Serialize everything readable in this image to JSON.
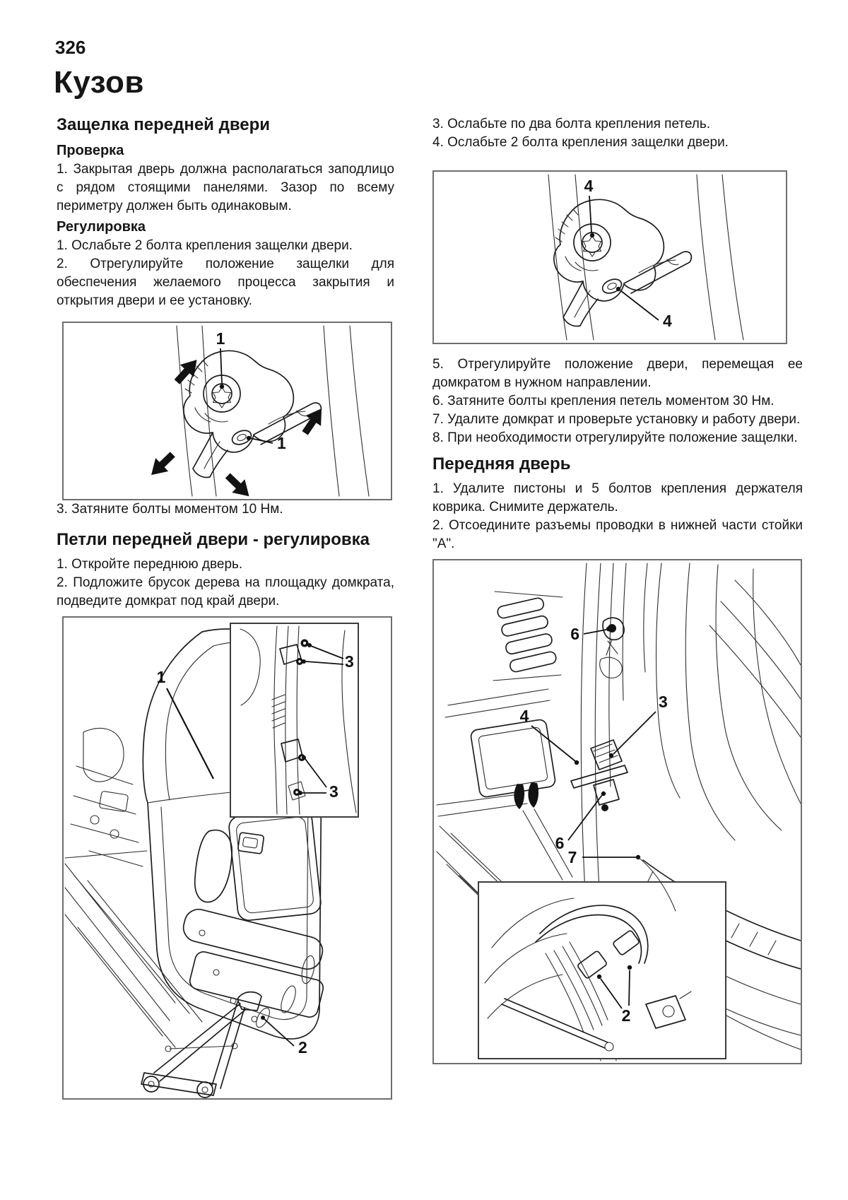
{
  "page": {
    "number": "326",
    "title": "Кузов"
  },
  "left": {
    "s1": {
      "heading": "Защелка передней двери",
      "sub1": "Проверка",
      "p1": "1. Закрытая дверь должна располагаться заподлицо с рядом стоящими панелями. Зазор по всему периметру должен быть одинаковым.",
      "sub2": "Регулировка",
      "steps": [
        "1. Ослабьте 2 болта крепления защелки двери.",
        "2. Отрегулируйте положение защелки для обеспечения желаемого процесса закрытия и открытия двери и ее установку."
      ],
      "after_fig": "3. Затяните болты моментом 10 Нм."
    },
    "s2": {
      "heading": "Петли передней двери - регулировка",
      "steps": [
        "1. Откройте переднюю дверь.",
        "2. Подложите брусок дерева на площадку домкрата, подведите домкрат под край двери."
      ]
    }
  },
  "right": {
    "steps_top": [
      "3. Ослабьте по два болта крепления петель.",
      "4. Ослабьте 2 болта крепления защелки двери."
    ],
    "steps_mid": [
      "5. Отрегулируйте положение двери, перемещая ее домкратом в нужном направлении.",
      "6. Затяните болты крепления петель моментом 30 Нм.",
      "7. Удалите домкрат и проверьте установку и работу двери.",
      "8. При необходимости отрегулируйте положение защелки."
    ],
    "s3": {
      "heading": "Передняя дверь",
      "steps": [
        "1. Удалите пистоны и 5 болтов крепления держателя коврика. Снимите держатель.",
        "2. Отсоедините разъемы проводки в нижней части стойки \"А\"."
      ]
    }
  },
  "figures": {
    "fig_latch_left": {
      "labels": [
        "1",
        "1"
      ]
    },
    "fig_latch_right": {
      "labels": [
        "4",
        "4"
      ]
    },
    "fig_door_jack": {
      "labels": [
        "1",
        "3",
        "3",
        "2"
      ]
    },
    "fig_pillar": {
      "labels": [
        "6",
        "4",
        "3",
        "6",
        "7",
        "2"
      ]
    }
  }
}
